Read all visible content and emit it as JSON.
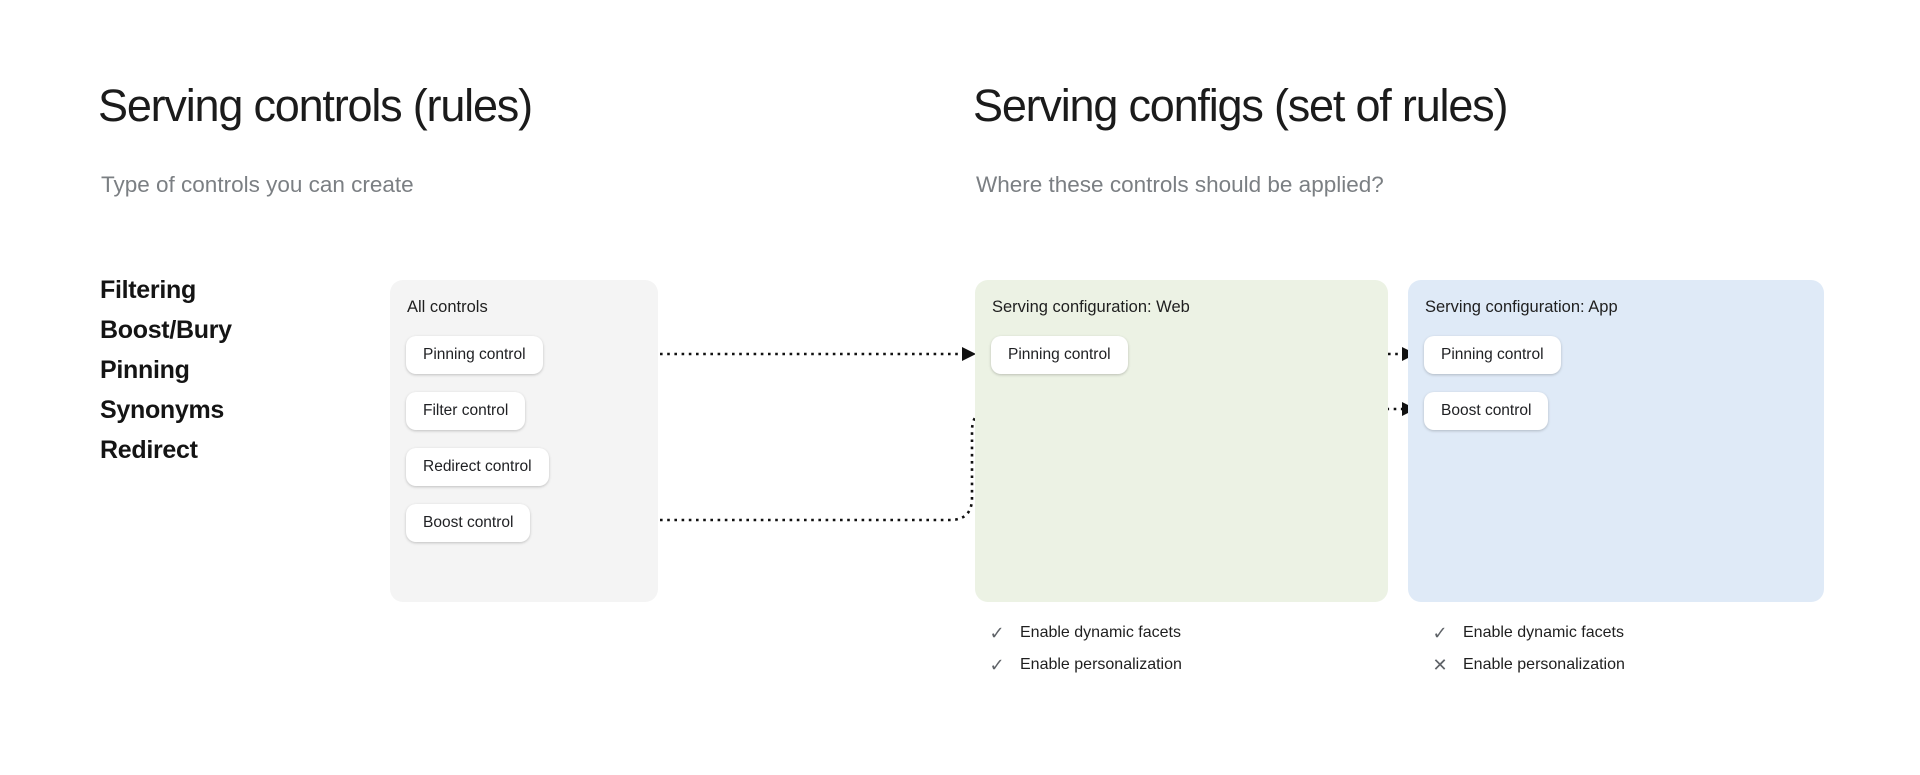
{
  "left_panel": {
    "title": "Serving controls (rules)",
    "subtitle": "Type of controls you can create",
    "control_types": [
      "Filtering",
      "Boost/Bury",
      "Pinning",
      "Synonyms",
      "Redirect"
    ]
  },
  "right_panel": {
    "title": "Serving configs (set of rules)",
    "subtitle": "Where these controls should be applied?"
  },
  "all_controls_card": {
    "label": "All controls",
    "buttons": [
      "Pinning control",
      "Filter control",
      "Redirect control",
      "Boost control"
    ]
  },
  "web_card": {
    "label": "Serving configuration: Web",
    "buttons": [
      "Pinning control"
    ],
    "settings": [
      {
        "icon": "check",
        "label": "Enable dynamic facets"
      },
      {
        "icon": "check",
        "label": "Enable personalization"
      }
    ]
  },
  "app_card": {
    "label": "Serving configuration: App",
    "buttons": [
      "Pinning control",
      "Boost control"
    ],
    "settings": [
      {
        "icon": "check",
        "label": "Enable dynamic facets"
      },
      {
        "icon": "cross",
        "label": "Enable personalization"
      }
    ]
  },
  "connections": [
    {
      "from": "all-controls.pinning-control",
      "to": "web.pinning-control",
      "style": "dotted-arrow"
    },
    {
      "from": "web.pinning-control",
      "to": "app.pinning-control",
      "style": "dotted-arrow"
    },
    {
      "from": "all-controls.boost-control",
      "to": "app.boost-control",
      "style": "dotted-arrow"
    }
  ],
  "colors": {
    "heading": "#1b1b1b",
    "subtitle": "#7b7f83",
    "all_controls_bg": "#f4f4f4",
    "web_bg": "#ecf2e4",
    "app_bg": "#dfeaf7",
    "chip_bg": "#ffffff",
    "arrow": "#111111",
    "icon_gray": "#5f6368"
  }
}
